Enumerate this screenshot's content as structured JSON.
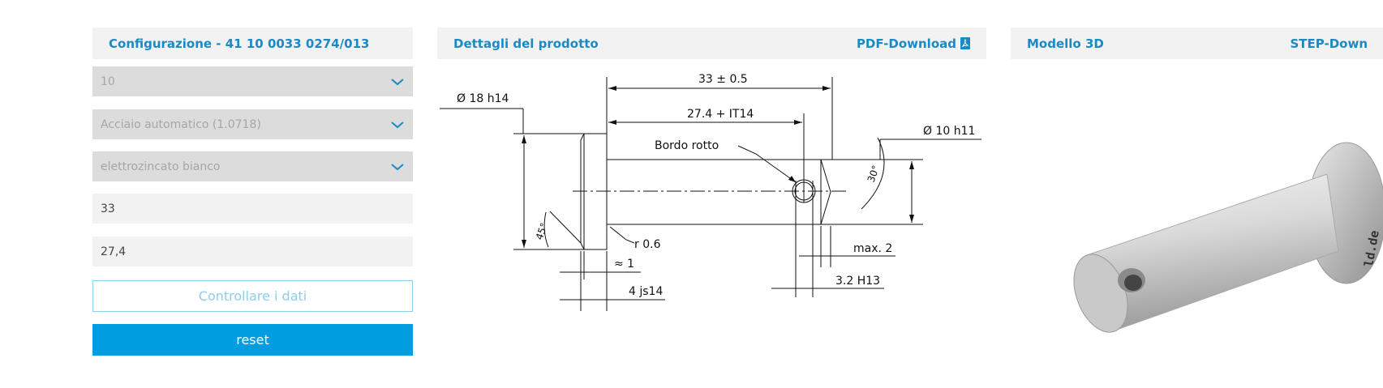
{
  "config": {
    "title": "Configurazione - 41 10 0033 0274/013",
    "diameter_select": "10",
    "material_select": "Acciaio automatico (1.0718)",
    "finish_select": "elettrozincato bianco",
    "length_value": "33",
    "clamp_length_value": "27,4",
    "check_button": "Controllare i dati",
    "reset_button": "reset"
  },
  "details": {
    "title": "Dettagli del prodotto",
    "pdf_link": "PDF-Download",
    "drawing_labels": {
      "head_dia": "Ø 18 h14",
      "length": "33 ± 0.5",
      "clamp_length": "27.4 + IT14",
      "edge": "Bordo rotto",
      "shaft_dia": "Ø 10 h11",
      "angle_30": "30°",
      "angle_45": "45°",
      "radius": "r 0.6",
      "approx": "≈ 1",
      "head_thick": "4 js14",
      "max": "max. 2",
      "hole_dia": "3.2 H13"
    }
  },
  "model": {
    "title": "Modello 3D",
    "step_link": "STEP-Down",
    "watermark": "ld.de"
  },
  "colors": {
    "accent": "#1a8ac4",
    "primary_button": "#009ee0",
    "header_bg": "#f2f2f2",
    "select_bg": "#dcdcdc"
  }
}
